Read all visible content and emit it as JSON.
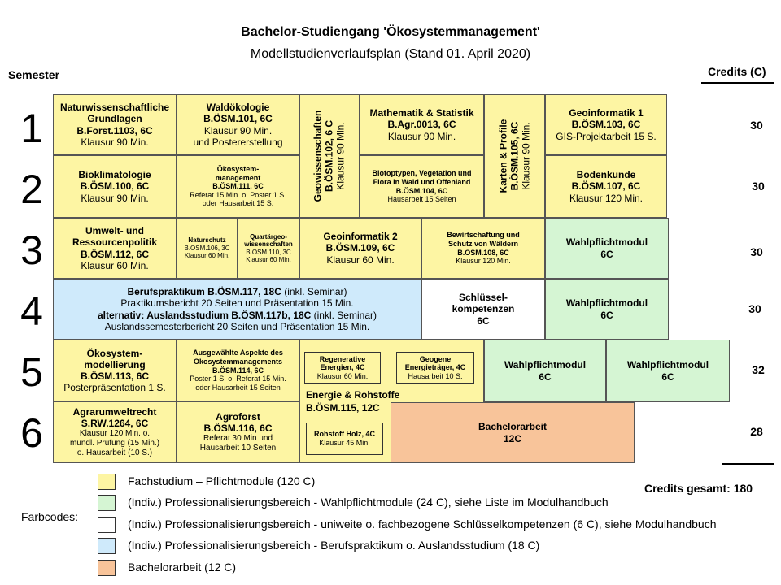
{
  "title": "Bachelor-Studiengang 'Ökosystemmanagement'",
  "subtitle": "Modellstudienverlaufsplan (Stand 01. April 2020)",
  "semester_label": "Semester",
  "credits_label": "Credits (C)",
  "semesters": [
    "1",
    "2",
    "3",
    "4",
    "5",
    "6"
  ],
  "credits": [
    "30",
    "30",
    "30",
    "30",
    "32",
    "28"
  ],
  "credits_total": "Credits gesamt: 180",
  "colors": {
    "fachstudium": "#fdf5a3",
    "wahlpflicht": "#d5f5d3",
    "schluessel": "#ffffff",
    "praktikum": "#cfeafb",
    "bachelorarbeit": "#f8c49a"
  },
  "modules": {
    "naturwiss": {
      "l1": "Naturwissenschaftliche",
      "l2": "Grundlagen",
      "l3": "B.Forst.1103,  6C",
      "l4": "Klausur 90 Min."
    },
    "waldoeko": {
      "l1": "Waldökologie",
      "l2": "B.ÖSM.101, 6C",
      "l3": "Klausur 90 Min.",
      "l4": "und Postererstellung"
    },
    "geowiss": {
      "l1": "Geowissenschaften",
      "l2": "B.ÖSM.102, 6 C",
      "l3": "Klausur 90 Min."
    },
    "mathe": {
      "l1": "Mathematik & Statistik",
      "l2": "B.Agr.0013,  6C",
      "l3": "Klausur 90 Min."
    },
    "karten": {
      "l1": "Karten & Profile",
      "l2": "B.ÖSM.105, 6C",
      "l3": "Klausur 90 Min."
    },
    "geoinfo1": {
      "l1": "Geoinformatik 1",
      "l2": "B.ÖSM.103, 6C",
      "l3": "GIS-Projektarbeit  15 S."
    },
    "bioklima": {
      "l1": "Bioklimatologie",
      "l2": "B.ÖSM.100, 6C",
      "l3": "Klausur 90 Min."
    },
    "oekomgmt": {
      "l1": "Ökosystem-",
      "l2": "management",
      "l3": "B.ÖSM.111, 6C",
      "l4": "Referat 15 Min. o. Poster 1 S.",
      "l5": "oder Hausarbeit 15 S."
    },
    "biotop": {
      "l1": "Biotoptypen, Vegetation und",
      "l2": "Flora in Wald und Offenland",
      "l3": "B.ÖSM.104, 6C",
      "l4": "Hausarbeit 15 Seiten"
    },
    "boden": {
      "l1": "Bodenkunde",
      "l2": "B.ÖSM.107, 6C",
      "l3": "Klausur 120 Min."
    },
    "umwelt": {
      "l1": "Umwelt- und",
      "l2": "Ressourcenpolitik",
      "l3": "B.ÖSM.112, 6C",
      "l4": "Klausur 60 Min."
    },
    "naturschutz": {
      "l1": "Naturschutz",
      "l2": "B.ÖSM.106, 3C",
      "l3": "Klausur 60 Min."
    },
    "quartaer": {
      "l1": "Quartärgeo-",
      "l2": "wissenschaften",
      "l3": "B.ÖSM.110, 3C",
      "l4": "Klausur 60 Min."
    },
    "geoinfo2": {
      "l1": "Geoinformatik 2",
      "l2": "B.ÖSM.109, 6C",
      "l3": "Klausur 60 Min."
    },
    "bewirt": {
      "l1": "Bewirtschaftung und",
      "l2": "Schutz von Wäldern",
      "l3": "B.ÖSM.108, 6C",
      "l4": "Klausur 120 Min."
    },
    "wpm3": {
      "l1": "Wahlpflichtmodul",
      "l2": "6C"
    },
    "prakt": {
      "l1a": "Berufspraktikum  B.ÖSM.117, 18C",
      "l1b": " (inkl. Seminar)",
      "l2": "Praktikumsbericht 20 Seiten und Präsentation 15 Min.",
      "l3a": "alternativ: Auslandsstudium  B.ÖSM.117b, 18C",
      "l3b": " (inkl. Seminar)",
      "l4": "Auslandssemesterbericht  20 Seiten und Präsentation 15 Min."
    },
    "schluessel": {
      "l1": "Schlüssel-",
      "l2": "kompetenzen",
      "l3": "6C"
    },
    "wpm4": {
      "l1": "Wahlpflichtmodul",
      "l2": "6C"
    },
    "oekomod": {
      "l1": "Ökosystem-",
      "l2": "modellierung",
      "l3": "B.ÖSM.113, 6C",
      "l4": "Posterpräsentation  1 S."
    },
    "ausgew": {
      "l1": "Ausgewählte Aspekte des",
      "l2": "Ökosystemmanagements",
      "l3": "B.ÖSM.114, 6C",
      "l4": "Poster 1 S. o. Referat 15 Min.",
      "l5": "oder Hausarbeit 15 Seiten"
    },
    "energie": {
      "l1": "Energie & Rohstoffe",
      "l2": "B.ÖSM.115, 12C"
    },
    "regen": {
      "l1": "Regenerative",
      "l2": "Energien, 4C",
      "l3": "Klausur 60 Min."
    },
    "geogen": {
      "l1": "Geogene",
      "l2": "Energieträger, 4C",
      "l3": "Hausarbeit 10 S."
    },
    "holz": {
      "l1": "Rohstoff Holz, 4C",
      "l2": "Klausur 45 Min."
    },
    "wpm5a": {
      "l1": "Wahlpflichtmodul",
      "l2": "6C"
    },
    "wpm5b": {
      "l1": "Wahlpflichtmodul",
      "l2": "6C"
    },
    "agrar": {
      "l1": "Agrarumweltrecht",
      "l2": "S.RW.1264, 6C",
      "l3": "Klausur 120 Min. o.",
      "l4": "mündl. Prüfung (15 Min.)",
      "l5": "o. Hausarbeit (10 S.)"
    },
    "agroforst": {
      "l1": "Agroforst",
      "l2": "B.ÖSM.116, 6C",
      "l3": "Referat 30 Min und",
      "l4": "Hausarbeit 10 Seiten"
    },
    "bachelor": {
      "l1": "Bachelorarbeit",
      "l2": "12C"
    }
  },
  "legend": {
    "title": "Farbcodes:",
    "items": [
      "Fachstudium – Pflichtmodule (120 C)",
      "(Indiv.) Professionalisierungsbereich - Wahlpflichtmodule  (24 C), siehe Liste im Modulhandbuch",
      "(Indiv.) Professionalisierungsbereich - uniweite o. fachbezogene Schlüsselkompetenzen (6 C), siehe Modulhandbuch",
      "(Indiv.) Professionalisierungsbereich - Berufspraktikum o. Auslandsstudium  (18 C)",
      "Bachelorarbeit (12 C)"
    ]
  }
}
